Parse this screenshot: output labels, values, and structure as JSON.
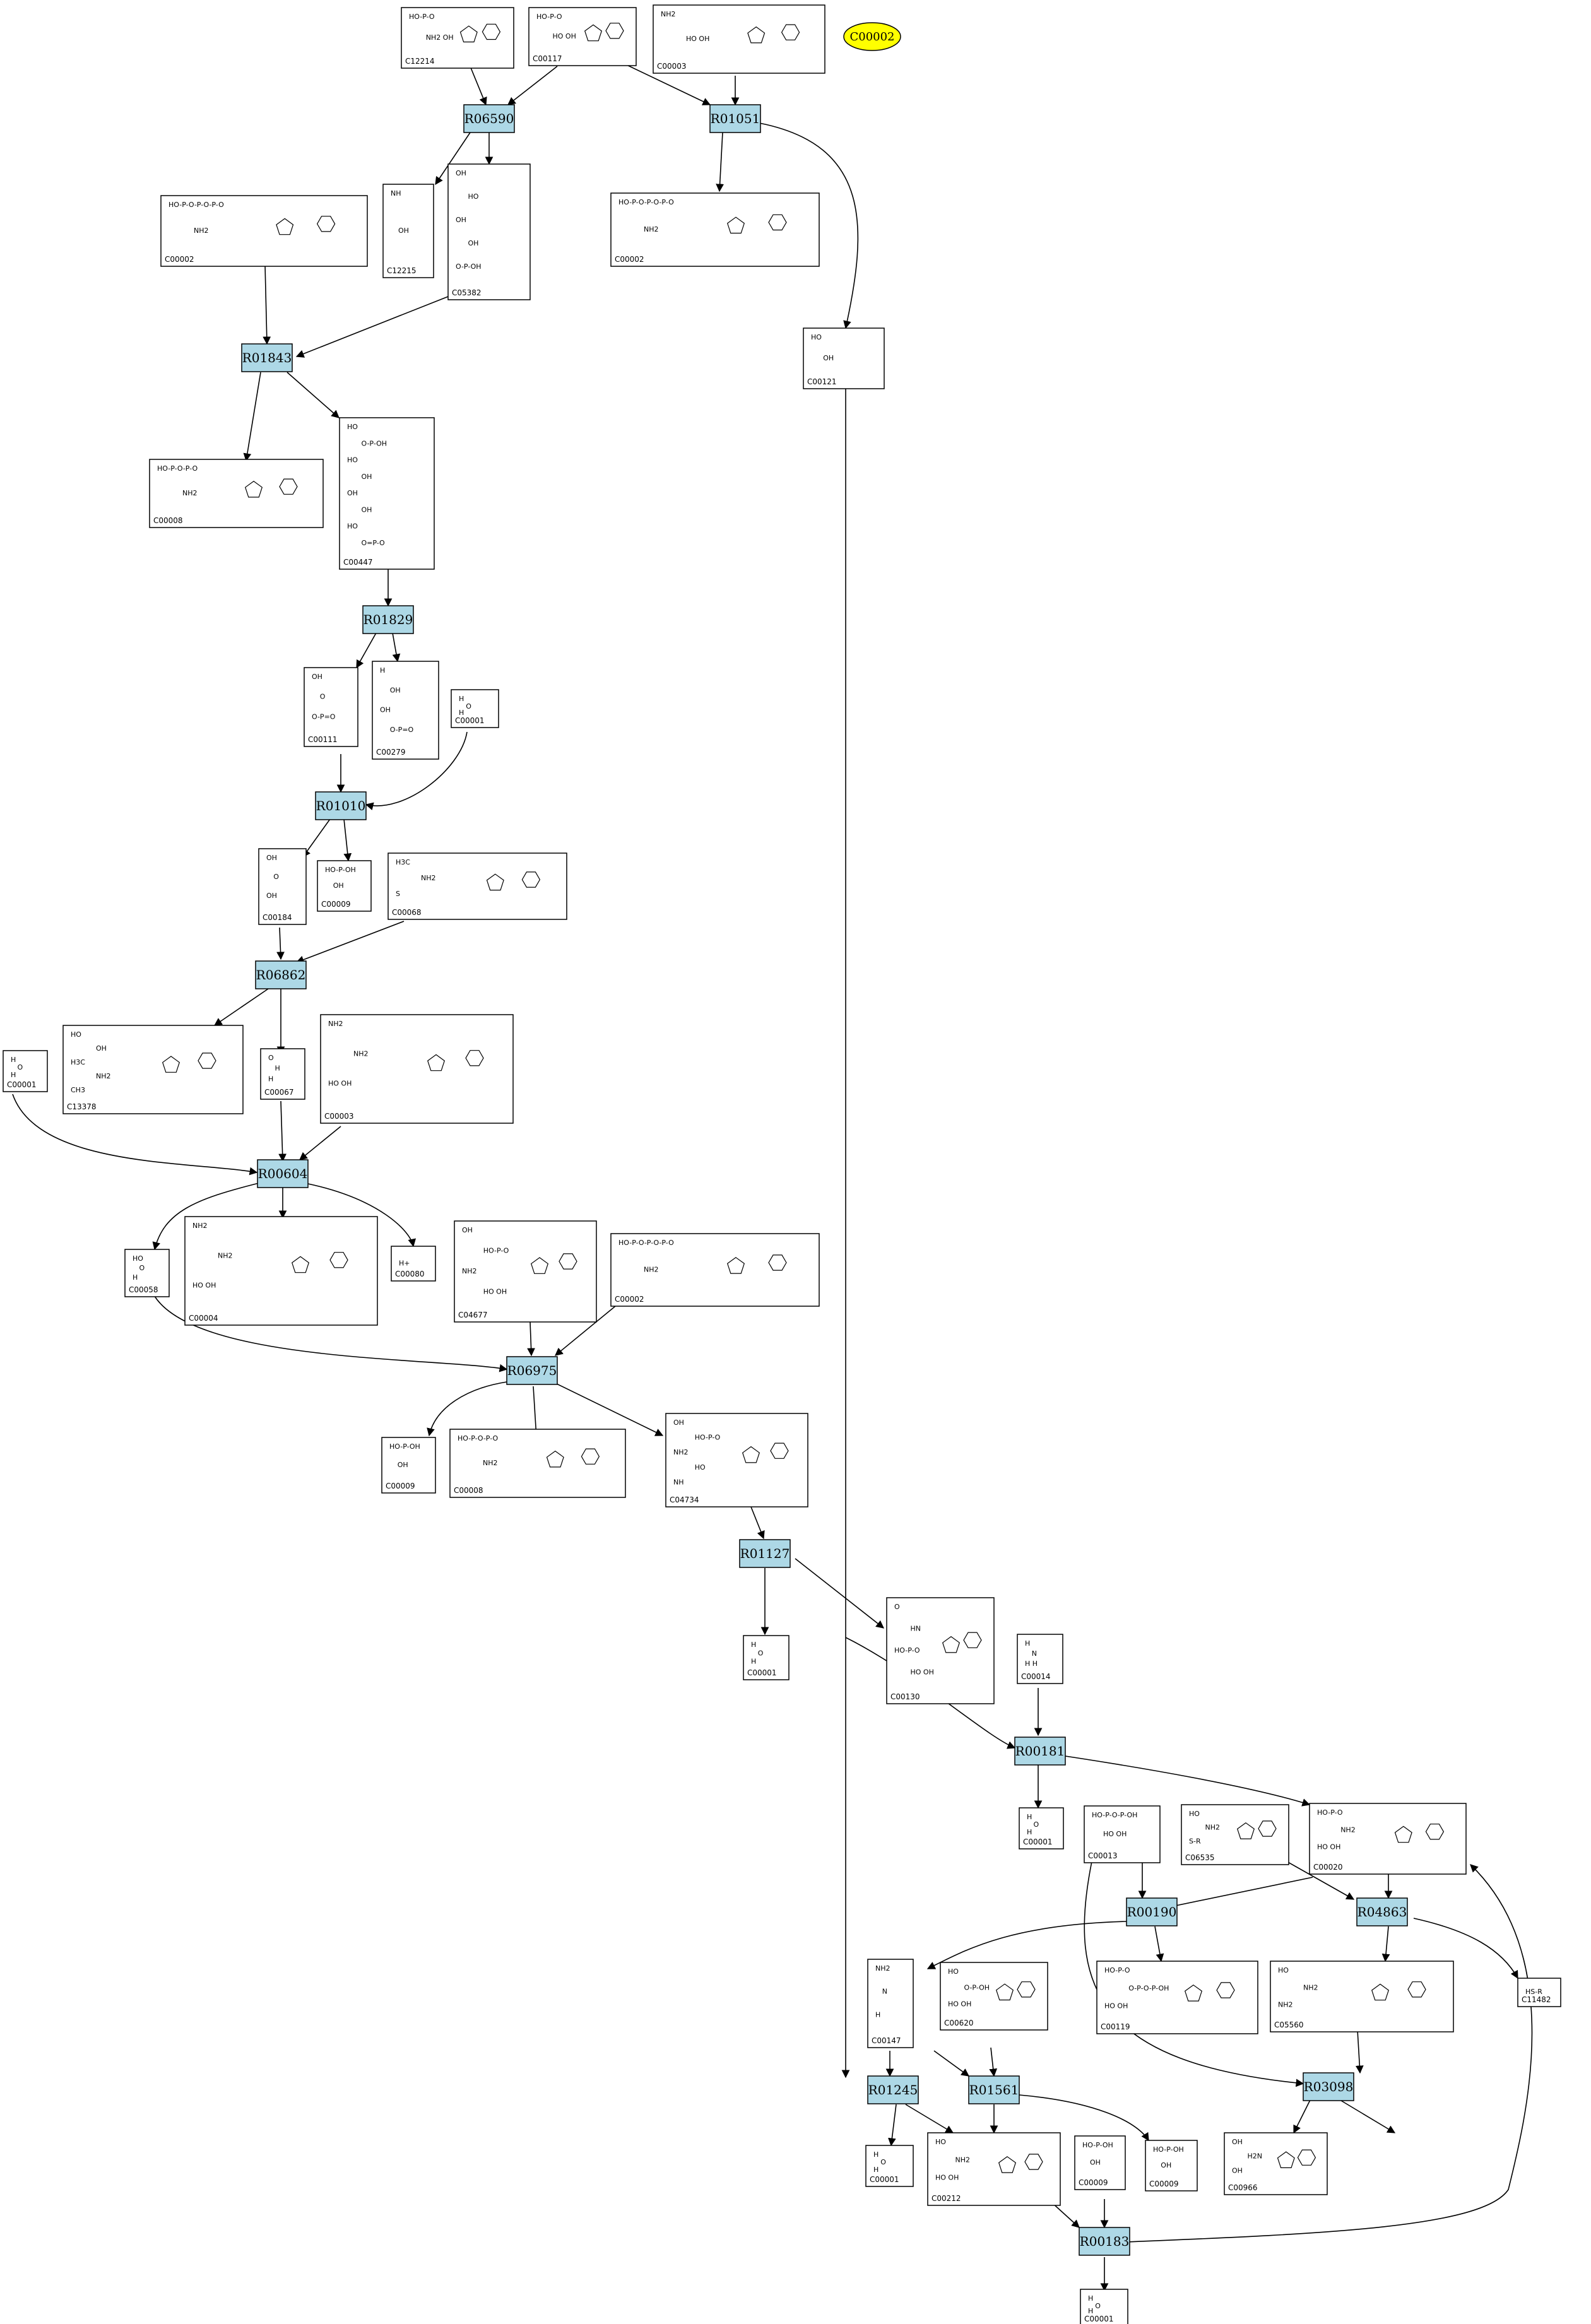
{
  "highlight": {
    "id": "C00002",
    "fill": "#ffff00"
  },
  "reaction_fill": "#add8e6",
  "reactions": [
    {
      "key": "r06590",
      "label": "R06590"
    },
    {
      "key": "r01051",
      "label": "R01051"
    },
    {
      "key": "r01843",
      "label": "R01843"
    },
    {
      "key": "r01829",
      "label": "R01829"
    },
    {
      "key": "r01010",
      "label": "R01010"
    },
    {
      "key": "r06862",
      "label": "R06862"
    },
    {
      "key": "r00604",
      "label": "R00604"
    },
    {
      "key": "r06975",
      "label": "R06975"
    },
    {
      "key": "r01127",
      "label": "R01127"
    },
    {
      "key": "r00181",
      "label": "R00181"
    },
    {
      "key": "r00190",
      "label": "R00190"
    },
    {
      "key": "r04863",
      "label": "R04863"
    },
    {
      "key": "r01245",
      "label": "R01245"
    },
    {
      "key": "r01561",
      "label": "R01561"
    },
    {
      "key": "r03098",
      "label": "R03098"
    },
    {
      "key": "r00183",
      "label": "R00183"
    }
  ],
  "compounds": [
    {
      "key": "c12214",
      "id": "C12214",
      "structure": [
        "HO-P-O",
        "NH2 OH"
      ]
    },
    {
      "key": "c00117a",
      "id": "C00117",
      "structure": [
        "HO-P-O",
        "HO OH"
      ]
    },
    {
      "key": "c00003a",
      "id": "C00003",
      "structure": [
        "NH2",
        "HO OH"
      ]
    },
    {
      "key": "c12215",
      "id": "C12215",
      "structure": [
        "NH",
        "OH"
      ]
    },
    {
      "key": "c05382",
      "id": "C05382",
      "structure": [
        "OH",
        "HO",
        "OH",
        "OH",
        "O-P-OH"
      ]
    },
    {
      "key": "c00002a",
      "id": "C00002",
      "structure": [
        "HO-P-O-P-O-P-O",
        "NH2"
      ]
    },
    {
      "key": "c00002b",
      "id": "C00002",
      "structure": [
        "HO-P-O-P-O-P-O",
        "NH2"
      ]
    },
    {
      "key": "c00121",
      "id": "C00121",
      "structure": [
        "HO",
        "OH"
      ]
    },
    {
      "key": "c00008a",
      "id": "C00008",
      "structure": [
        "HO-P-O-P-O",
        "NH2"
      ]
    },
    {
      "key": "c00447",
      "id": "C00447",
      "structure": [
        "HO",
        "O-P-OH",
        "HO",
        "OH",
        "OH",
        "OH",
        "HO",
        "O=P-O"
      ]
    },
    {
      "key": "c00111",
      "id": "C00111",
      "structure": [
        "OH",
        "O",
        "O-P=O"
      ]
    },
    {
      "key": "c00279",
      "id": "C00279",
      "structure": [
        "H",
        "OH",
        "OH",
        "O-P=O"
      ]
    },
    {
      "key": "c00001a",
      "id": "C00001",
      "structure": [
        "H",
        "O",
        "H"
      ]
    },
    {
      "key": "c00184",
      "id": "C00184",
      "structure": [
        "OH",
        "O",
        "OH"
      ]
    },
    {
      "key": "c00009a",
      "id": "C00009",
      "structure": [
        "HO-P-OH",
        "OH"
      ]
    },
    {
      "key": "c00068",
      "id": "C00068",
      "structure": [
        "H3C",
        "NH2",
        "S"
      ]
    },
    {
      "key": "c00001b",
      "id": "C00001",
      "structure": [
        "H",
        "O",
        "H"
      ]
    },
    {
      "key": "c13378",
      "id": "C13378",
      "structure": [
        "HO",
        "OH",
        "H3C",
        "NH2",
        "CH3"
      ]
    },
    {
      "key": "c00067",
      "id": "C00067",
      "structure": [
        "O",
        "H",
        "H"
      ]
    },
    {
      "key": "c00003b",
      "id": "C00003",
      "structure": [
        "NH2",
        "NH2",
        "HO OH"
      ]
    },
    {
      "key": "c00058",
      "id": "C00058",
      "structure": [
        "HO",
        "O",
        "H"
      ]
    },
    {
      "key": "c00004",
      "id": "C00004",
      "structure": [
        "NH2",
        "NH2",
        "HO OH"
      ]
    },
    {
      "key": "c00080",
      "id": "C00080",
      "structure": [
        "H+"
      ]
    },
    {
      "key": "c04677",
      "id": "C04677",
      "structure": [
        "OH",
        "HO-P-O",
        "NH2",
        "HO OH"
      ]
    },
    {
      "key": "c00009b",
      "id": "C00009",
      "structure": [
        "HO-P-OH",
        "OH"
      ]
    },
    {
      "key": "c00008b",
      "id": "C00008",
      "structure": [
        "HO-P-O-P-O",
        "NH2"
      ]
    },
    {
      "key": "c04734",
      "id": "C04734",
      "structure": [
        "OH",
        "HO-P-O",
        "NH2",
        "HO",
        "NH"
      ]
    },
    {
      "key": "c00001c",
      "id": "C00001",
      "structure": [
        "H",
        "O",
        "H"
      ]
    },
    {
      "key": "c00130",
      "id": "C00130",
      "structure": [
        "O",
        "HN",
        "HO-P-O",
        "HO OH"
      ]
    },
    {
      "key": "c00014",
      "id": "C00014",
      "structure": [
        "H",
        "N",
        "H H"
      ]
    },
    {
      "key": "c00001d",
      "id": "C00001",
      "structure": [
        "H",
        "O",
        "H"
      ]
    },
    {
      "key": "c00013",
      "id": "C00013",
      "structure": [
        "HO-P-O-P-OH",
        "HO OH"
      ]
    },
    {
      "key": "c00020",
      "id": "C00020",
      "structure": [
        "HO-P-O",
        "NH2",
        "HO OH"
      ]
    },
    {
      "key": "c06535",
      "id": "C06535",
      "structure": [
        "HO",
        "NH2",
        "S-R"
      ]
    },
    {
      "key": "c11482",
      "id": "C11482",
      "structure": [
        "HS-R"
      ]
    },
    {
      "key": "c00147",
      "id": "C00147",
      "structure": [
        "NH2",
        "N",
        "H"
      ]
    },
    {
      "key": "c00620",
      "id": "C00620",
      "structure": [
        "HO",
        "O-P-OH",
        "HO OH"
      ]
    },
    {
      "key": "c00119",
      "id": "C00119",
      "structure": [
        "HO-P-O",
        "O-P-O-P-OH",
        "HO OH"
      ]
    },
    {
      "key": "c05560",
      "id": "C05560",
      "structure": [
        "HO",
        "NH2",
        "NH2"
      ]
    },
    {
      "key": "c00001e",
      "id": "C00001",
      "structure": [
        "H",
        "O",
        "H"
      ]
    },
    {
      "key": "c00212",
      "id": "C00212",
      "structure": [
        "HO",
        "NH2",
        "HO OH"
      ]
    },
    {
      "key": "c00009c",
      "id": "C00009",
      "structure": [
        "HO-P-OH",
        "OH"
      ]
    },
    {
      "key": "c00009d",
      "id": "C00009",
      "structure": [
        "HO-P-OH",
        "OH"
      ]
    },
    {
      "key": "c00966",
      "id": "C00966",
      "structure": [
        "OH",
        "H2N",
        "OH"
      ]
    },
    {
      "key": "c00002c",
      "id": "C00002",
      "structure": [
        "HO-P-O-P-O-P-O",
        "NH2"
      ]
    },
    {
      "key": "c00001f",
      "id": "C00001",
      "structure": [
        "H",
        "O",
        "H"
      ]
    }
  ]
}
